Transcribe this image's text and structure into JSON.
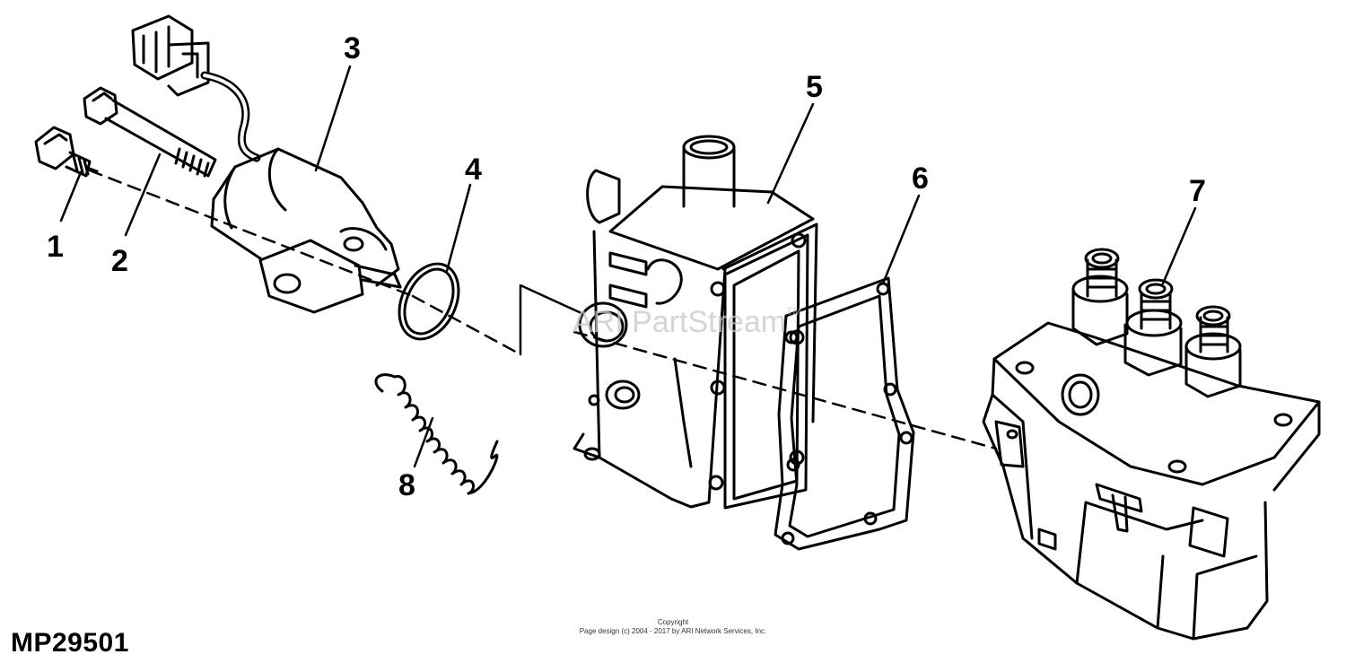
{
  "diagram": {
    "drawing_id": "MP29501",
    "callouts": [
      "1",
      "2",
      "3",
      "4",
      "5",
      "6",
      "7",
      "8"
    ],
    "copyright": {
      "line1": "Copyright",
      "line2": "Page design (c) 2004 - 2017 by ARI Network Services, Inc."
    },
    "watermark": {
      "text": "ARI PartStream",
      "mark": "TM"
    }
  }
}
